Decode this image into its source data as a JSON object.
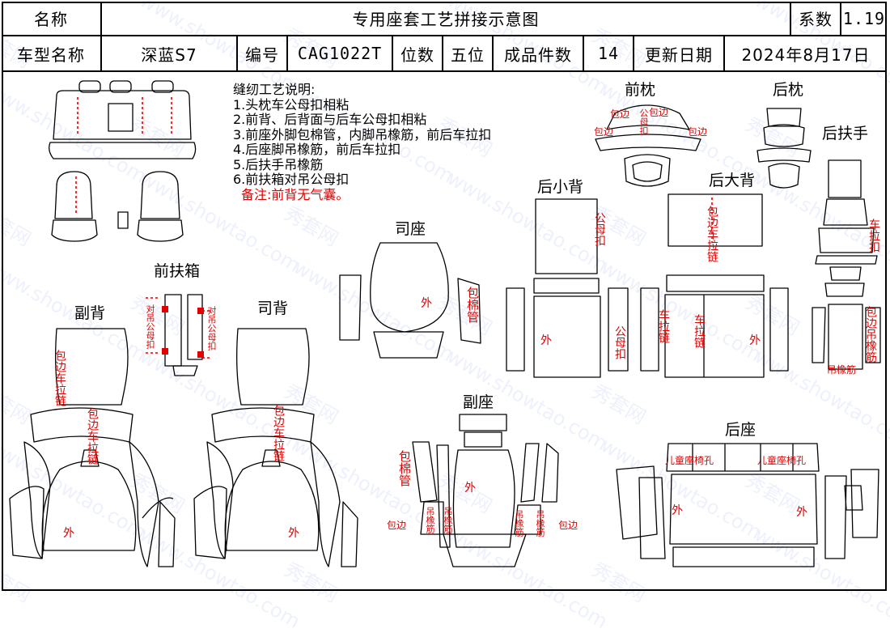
{
  "header": {
    "name_label": "名称",
    "title": "专用座套工艺拼接示意图",
    "coef_label": "系数",
    "coef_value": "1.19",
    "model_label": "车型名称",
    "model_value": "深蓝S7",
    "code_label": "编号",
    "code_value": "CAG1022T",
    "seats_label": "位数",
    "seats_value": "五位",
    "pieces_label": "成品件数",
    "pieces_value": "14",
    "date_label": "更新日期",
    "date_value": "2024年8月17日"
  },
  "notes": {
    "heading": "缝纫工艺说明:",
    "items": [
      "1.头枕车公母扣相粘",
      "2.前背、后背面与后车公母扣相粘",
      "3.前座外脚包棉管，内脚吊橡筋，前后车拉扣",
      "4.后座脚吊橡筋，前后车拉扣",
      "5.后扶手吊橡筋",
      "6.前扶箱对吊公母扣"
    ],
    "remark": "备注:前背无气囊。"
  },
  "sections": {
    "front_headrest": "前枕",
    "rear_headrest": "后枕",
    "rear_armrest": "后扶手",
    "rear_big_back": "后大背",
    "rear_small_back": "后小背",
    "driver_seat": "司座",
    "front_console": "前扶箱",
    "passenger_back": "副背",
    "driver_back": "司背",
    "passenger_seat": "副座",
    "rear_seat": "后座"
  },
  "labels": {
    "baobian": "包边",
    "outer": "外",
    "gongmukou": "公母扣",
    "baobian_che_lalian": "包边车拉链",
    "che_lalian": "车拉链",
    "bao_mianguan": "包棉管",
    "dui_diao_gongmukou": "对吊公母扣",
    "diao_xiangjin": "吊橡筋",
    "baobian_diao_xiangjin": "包边吊橡筋",
    "children_seat_hole": "儿童座椅孔",
    "che_lakou": "车拉扣"
  },
  "watermark": {
    "cn": "秀套网",
    "url": "www.showtao.com"
  },
  "colors": {
    "line": "#000000",
    "annotation": "#e00000",
    "watermark": "#9fb4ec"
  }
}
